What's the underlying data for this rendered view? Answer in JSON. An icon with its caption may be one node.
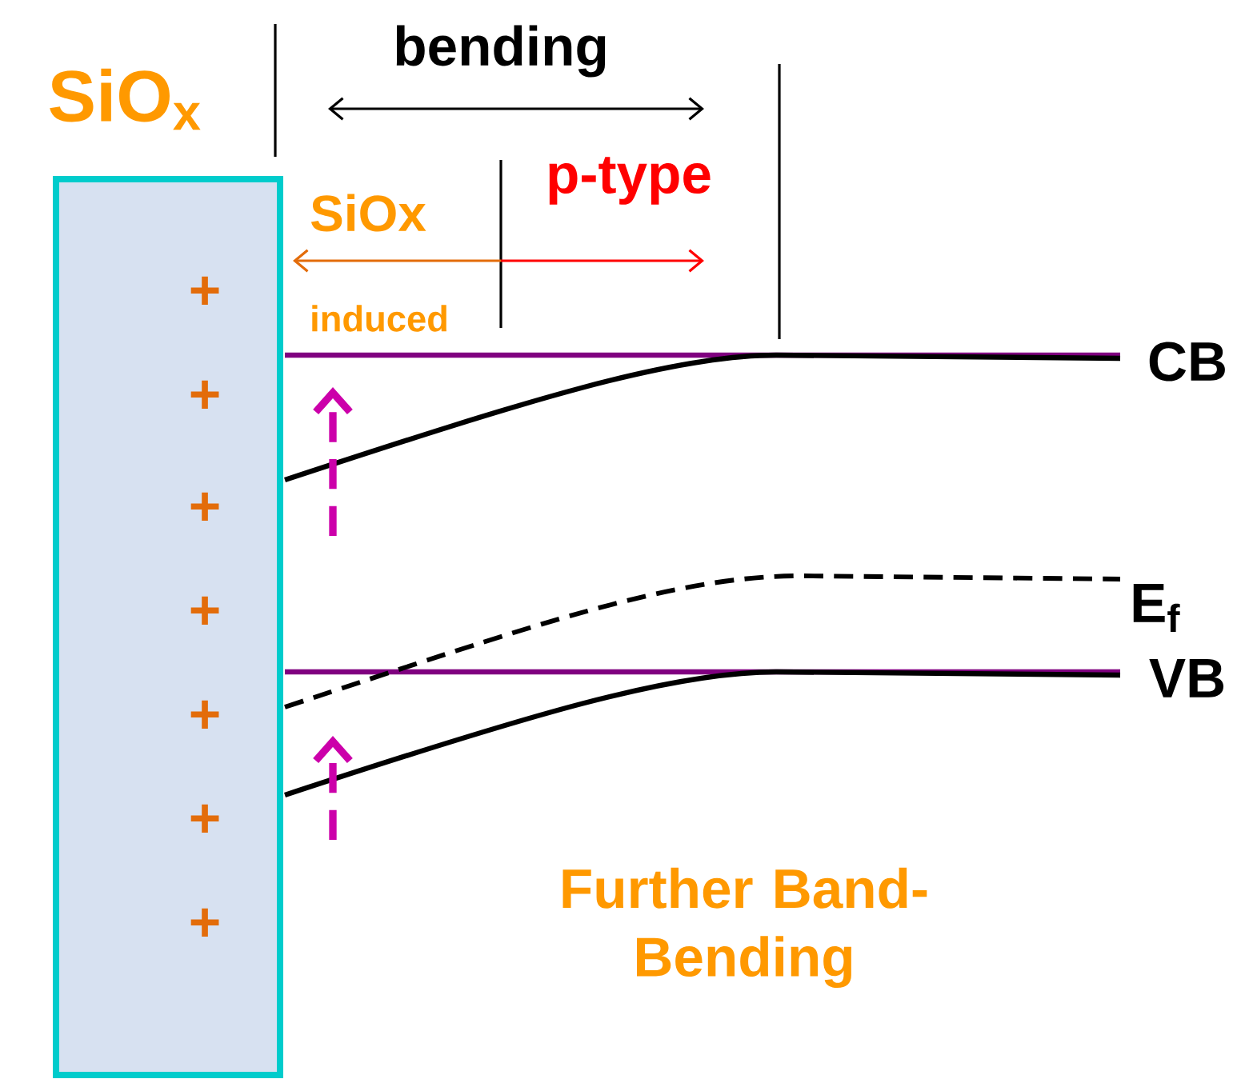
{
  "diagram": {
    "nodes": [
      {
        "text": [
          "SiO$_{x}$"
        ]
      }
    ],
    "labels": [
      "bending",
      "SiOx",
      "p-type",
      "induced",
      "CB",
      "E$_{f}$",
      "VB",
      "+",
      "+",
      "+",
      "+",
      "+",
      "+",
      "+",
      "Further Band-Bending"
    ]
  }
}
